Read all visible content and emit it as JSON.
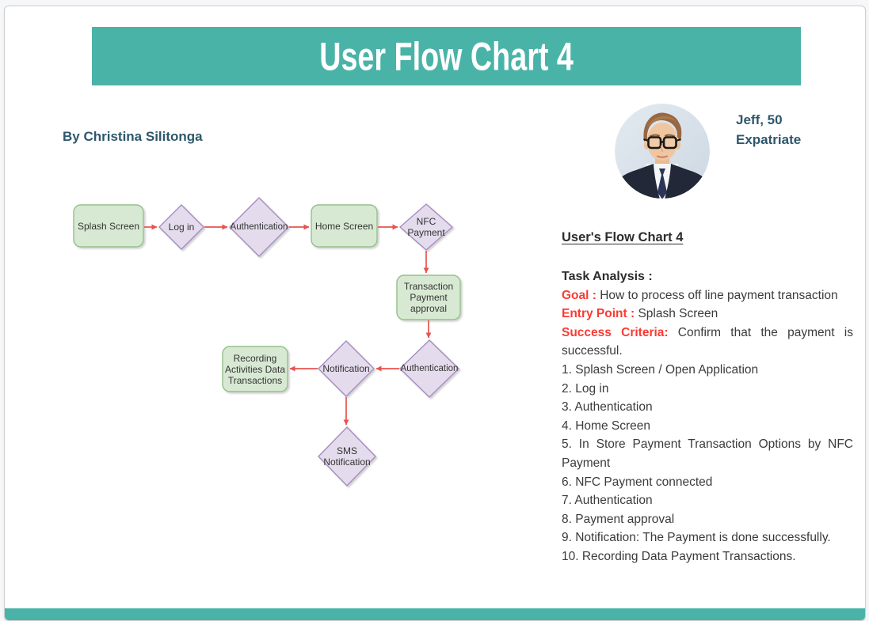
{
  "slide": {
    "title": "User Flow Chart 4",
    "byline": "By Christina Silitonga"
  },
  "persona": {
    "name": "Jeff, 50",
    "role": "Expatriate"
  },
  "flowchart": {
    "nodes": {
      "splash": {
        "label": "Splash Screen",
        "type": "screen"
      },
      "login": {
        "label": "Log in",
        "type": "decision"
      },
      "auth1": {
        "label": "Authentication",
        "type": "decision"
      },
      "home": {
        "label": "Home Screen",
        "type": "screen"
      },
      "nfc": {
        "label": "NFC\nPayment",
        "type": "decision"
      },
      "tpa": {
        "label": "Transaction\nPayment\napproval",
        "type": "screen"
      },
      "auth2": {
        "label": "Authentication",
        "type": "decision"
      },
      "notif": {
        "label": "Notification",
        "type": "decision"
      },
      "recording": {
        "label": "Recording\nActivities Data\nTransactions",
        "type": "screen"
      },
      "sms": {
        "label": "SMS\nNotification",
        "type": "decision"
      }
    }
  },
  "task": {
    "heading": "User's Flow Chart 4",
    "subheading": "Task Analysis :",
    "goal_label": "Goal :",
    "goal_text": " How to process off line payment transaction",
    "entry_label": "Entry Point :",
    "entry_text": " Splash Screen",
    "success_label": "Success Criteria:",
    "success_text": " Confirm that the payment is successful.",
    "steps": [
      "1. Splash Screen / Open Application",
      "2. Log in",
      "3. Authentication",
      "4. Home Screen",
      "5. In Store Payment Transaction Options by NFC Payment",
      "6. NFC Payment connected",
      "7. Authentication",
      "8. Payment approval",
      "9. Notification: The Payment is done successfully.",
      "10. Recording Data Payment Transactions."
    ]
  },
  "theme": {
    "banner_color": "#4ab3a8",
    "accent_text_color": "#2e576b",
    "red_color": "#fb3a33",
    "body_text_color": "#3b3b3b",
    "screen_fill": "#d8e9d3",
    "screen_border": "#93c08a",
    "decision_fill": "#e4dcec",
    "decision_border": "#a58cbf",
    "arrow_color": "#e8534e"
  }
}
